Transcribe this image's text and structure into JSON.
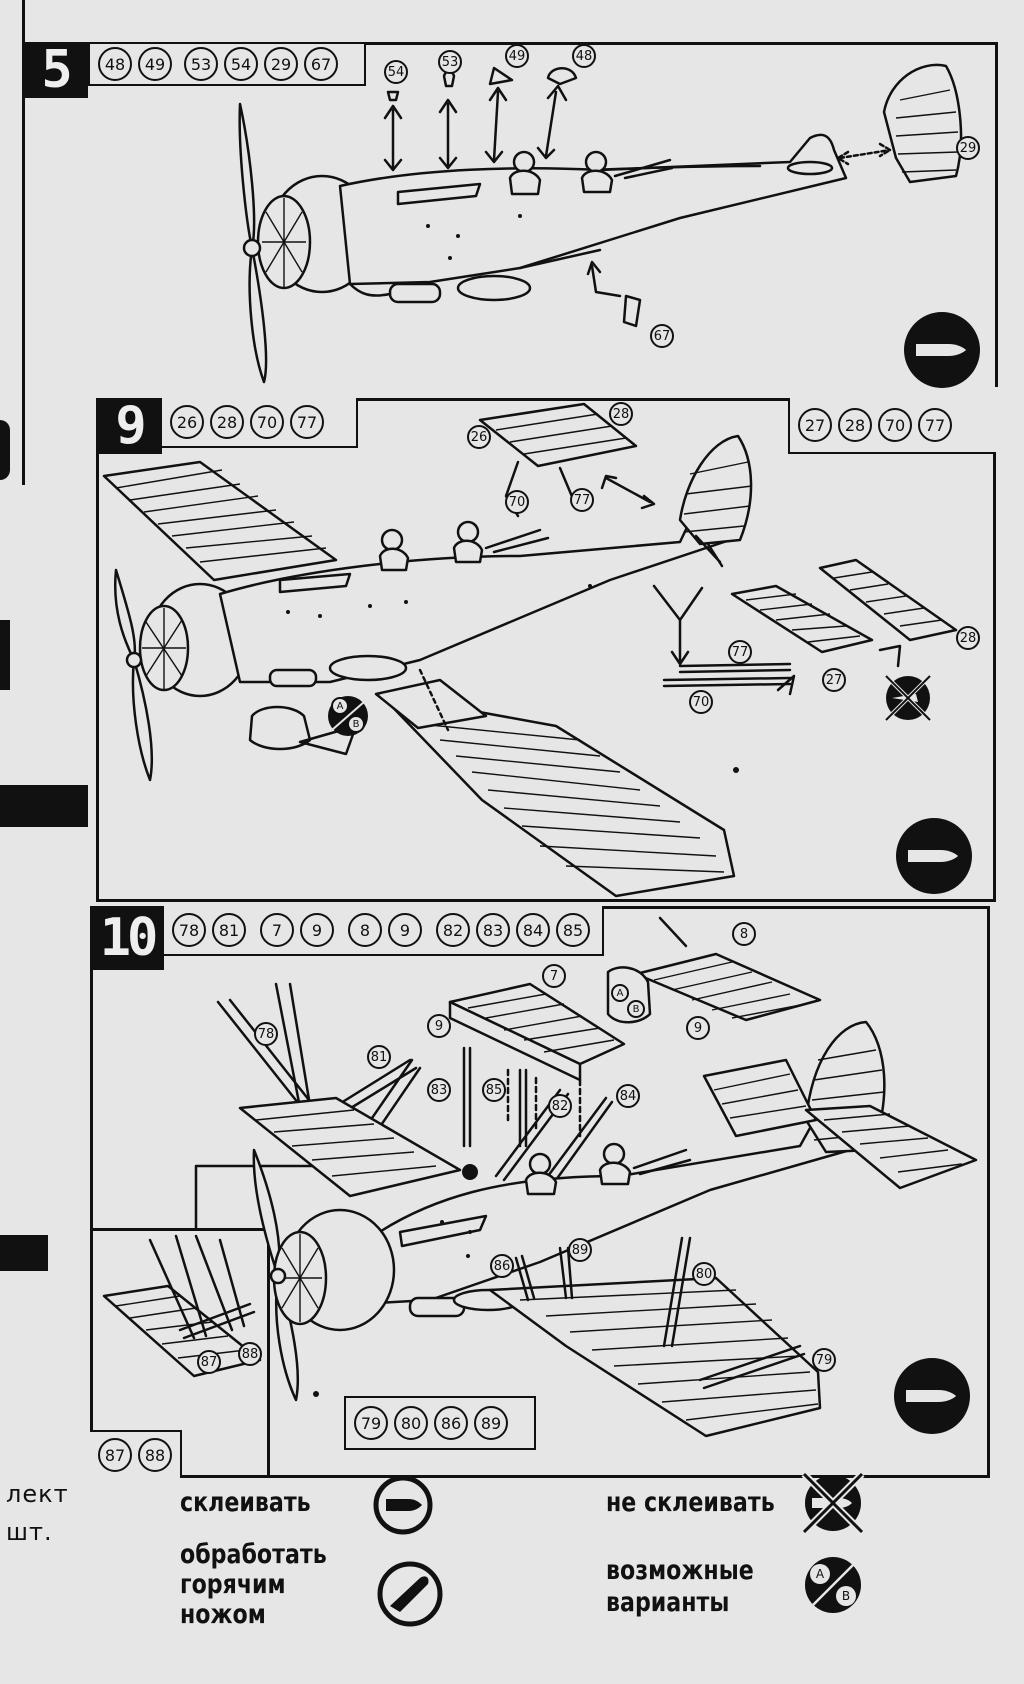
{
  "step5": {
    "number": "5",
    "parts": [
      "48",
      "49",
      "53",
      "54",
      "29",
      "67"
    ],
    "labels": {
      "p54": "54",
      "p53": "53",
      "p49": "49",
      "p48": "48",
      "p29": "29",
      "p67": "67"
    }
  },
  "step9": {
    "number": "9",
    "parts_left": [
      "26",
      "28",
      "70",
      "77"
    ],
    "parts_right": [
      "27",
      "28",
      "70",
      "77"
    ],
    "labels": {
      "p26": "26",
      "p28a": "28",
      "p70a": "70",
      "p77a": "77",
      "p77b": "77",
      "p70b": "70",
      "p27": "27",
      "p28b": "28",
      "vA": "A",
      "vB": "B"
    }
  },
  "step10": {
    "number": "10",
    "parts": [
      "78",
      "81",
      "7",
      "9",
      "8",
      "9",
      "82",
      "83",
      "84",
      "85"
    ],
    "parts_inset": [
      "87",
      "88"
    ],
    "parts_bottom": [
      "79",
      "80",
      "86",
      "89"
    ],
    "labels": {
      "p7": "7",
      "p8": "8",
      "p9a": "9",
      "p9b": "9",
      "p78": "78",
      "p81": "81",
      "p83": "83",
      "p85": "85",
      "p82": "82",
      "p84": "84",
      "p86": "86",
      "p89": "89",
      "p80": "80",
      "p79": "79",
      "p87": "87",
      "p88": "88",
      "vA": "A",
      "vB": "B"
    }
  },
  "edge_text": {
    "line1": "лект",
    "line2": "шт."
  },
  "legend": {
    "glue": "склеивать",
    "no_glue": "не склеивать",
    "hot_knife_1": "обработать",
    "hot_knife_2": "горячим",
    "hot_knife_3": "ножом",
    "variants_1": "возможные",
    "variants_2": "варианты",
    "variant_a": "A",
    "variant_b": "B"
  },
  "icons": [
    "glue-icon",
    "no-glue-icon",
    "hot-knife-icon",
    "variants-icon"
  ],
  "colors": {
    "ink": "#111111",
    "paper": "#e6e6e6"
  }
}
